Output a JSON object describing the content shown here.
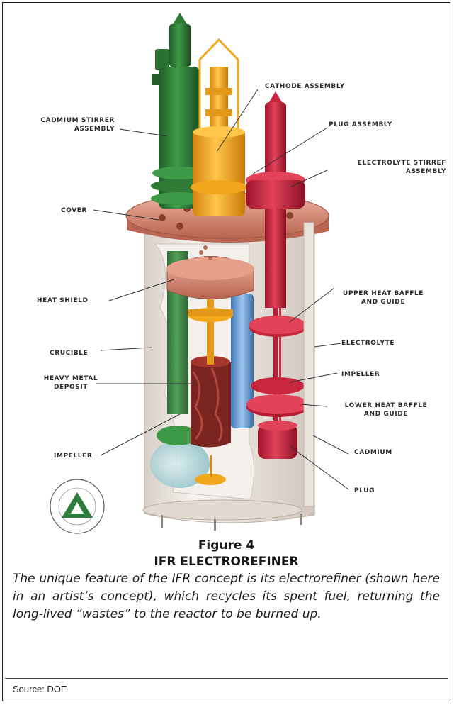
{
  "labels": {
    "cadmium_stirrer": "CADMIUM STIRRER\nASSEMBLY",
    "cathode": "CATHODE ASSEMBLY",
    "plug": "PLUG ASSEMBLY",
    "electrolyte_stirrer": "ELECTROLYTE STIRREF\nASSEMBLY",
    "cover": "COVER",
    "heat_shield": "HEAT SHIELD",
    "upper_baffle": "UPPER HEAT BAFFLE\nAND GUIDE",
    "electrolyte": "ELECTROLYTE",
    "crucible": "CRUCIBLE",
    "impeller_right": "IMPELLER",
    "heavy_metal": "HEAVY METAL\nDEPOSIT",
    "lower_baffle": "LOWER HEAT BAFFLE\nAND GUIDE",
    "impeller_left": "IMPELLER",
    "cadmium": "CADMIUM",
    "plug_bottom": "PLUG"
  },
  "figure": {
    "number": "Figure 4",
    "title": "IFR ELECTROREFINER",
    "description": "The unique feature of the IFR concept is its electrorefiner (shown here in an artist’s concept), which recycles its spent fuel, returning the long-lived “wastes” to the reactor to be burned up."
  },
  "source": "Source: DOE",
  "colors": {
    "green": "#2f7a35",
    "yellow": "#f2a81d",
    "red": "#c8253e",
    "copper": "#d98a73",
    "vessel": "#ece7e1",
    "blue": "#6fa3d8",
    "deposit": "#8e2a22",
    "logo_green": "#2e7d3a"
  }
}
